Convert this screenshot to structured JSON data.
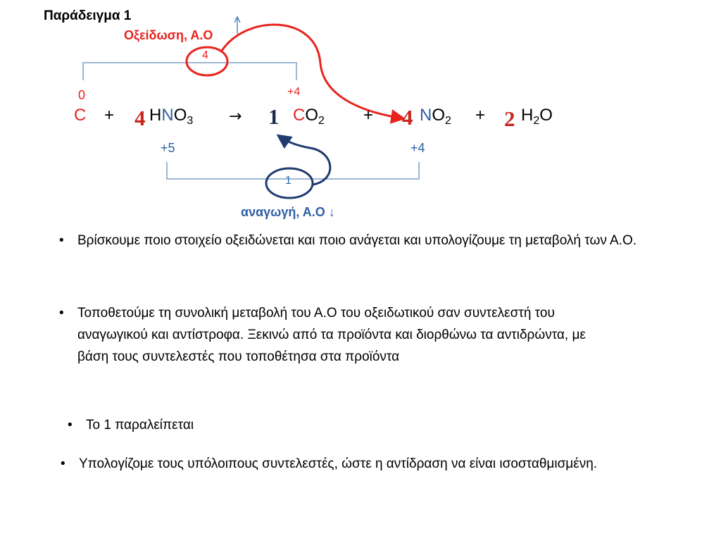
{
  "title": "Παράδειγμα 1",
  "oxidation_label": "Οξείδωση, Α.Ο",
  "oxidation_change": "4",
  "reduction_label": "αναγωγή, Α.Ο",
  "reduction_change": "1",
  "oxidation_states": {
    "c_reactant": "0",
    "c_product": "+4",
    "n_reactant": "+5",
    "n_product": "+4"
  },
  "equation": {
    "c": "C",
    "plus1": "+",
    "coef_hno3": "4",
    "hno3_h": "H",
    "hno3_n": "N",
    "hno3_o": "O",
    "hno3_sub": "3",
    "arrow": "→",
    "coef_co2": "1",
    "co2_c": "C",
    "co2_o": "O",
    "co2_sub": "2",
    "plus2": "+",
    "coef_no2": "4",
    "no2_n": "N",
    "no2_o": "O",
    "no2_sub": "2",
    "plus3": "+",
    "coef_h2o": "2",
    "h2o_h": "H",
    "h2o_sub": "2",
    "h2o_o": "O"
  },
  "colors": {
    "red": "#e8231e",
    "blue": "#2f5fa5",
    "navy": "#1f3b6e"
  },
  "bullets": [
    "Βρίσκουμε ποιο στοιχείο οξειδώνεται και  ποιο ανάγεται και υπολογίζουμε τη μεταβολή των Α.Ο.",
    "Τοποθετούμε τη συνολική μεταβολή του Α.Ο του οξειδωτικού σαν συντελεστή του αναγωγικού και αντίστροφα. Ξεκινώ από τα προϊόντα και διορθώνω τα αντιδρώντα, με βάση τους συντελεστές που τοποθέτησα στα προϊόντα",
    "Το 1 παραλείπεται",
    "Υπολογίζομε τους υπόλοιπους συντελεστές, ώστε η αντίδραση να είναι ισοσταθμισμένη."
  ],
  "bullet_symbol": "•",
  "arrow_up": "↑",
  "arrow_down": "↓"
}
